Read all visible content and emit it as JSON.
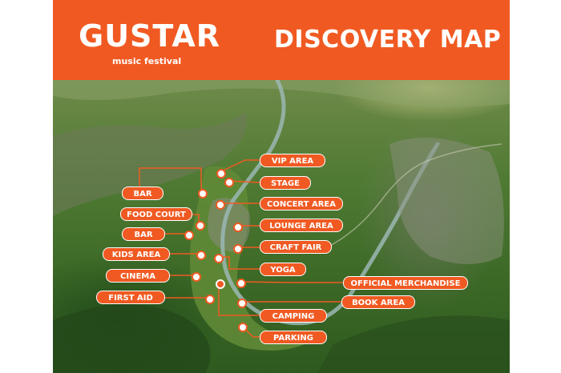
{
  "header": {
    "logo_wordmark": "GUSTAR",
    "logo_subtitle": "music festival",
    "title": "DISCOVERY MAP"
  },
  "colors": {
    "brand_orange": "#f05a22",
    "label_text": "#ffffff"
  },
  "locations": [
    {
      "label": "VIP AREA"
    },
    {
      "label": "STAGE"
    },
    {
      "label": "BAR"
    },
    {
      "label": "CONCERT AREA"
    },
    {
      "label": "FOOD COURT"
    },
    {
      "label": "LOUNGE AREA"
    },
    {
      "label": "BAR"
    },
    {
      "label": "CRAFT FAIR"
    },
    {
      "label": "KIDS AREA"
    },
    {
      "label": "YOGA"
    },
    {
      "label": "CINEMA"
    },
    {
      "label": "OFFICIAL MERCHANDISE"
    },
    {
      "label": "FIRST AID"
    },
    {
      "label": "BOOK AREA"
    },
    {
      "label": "CAMPING"
    },
    {
      "label": "PARKING"
    }
  ]
}
